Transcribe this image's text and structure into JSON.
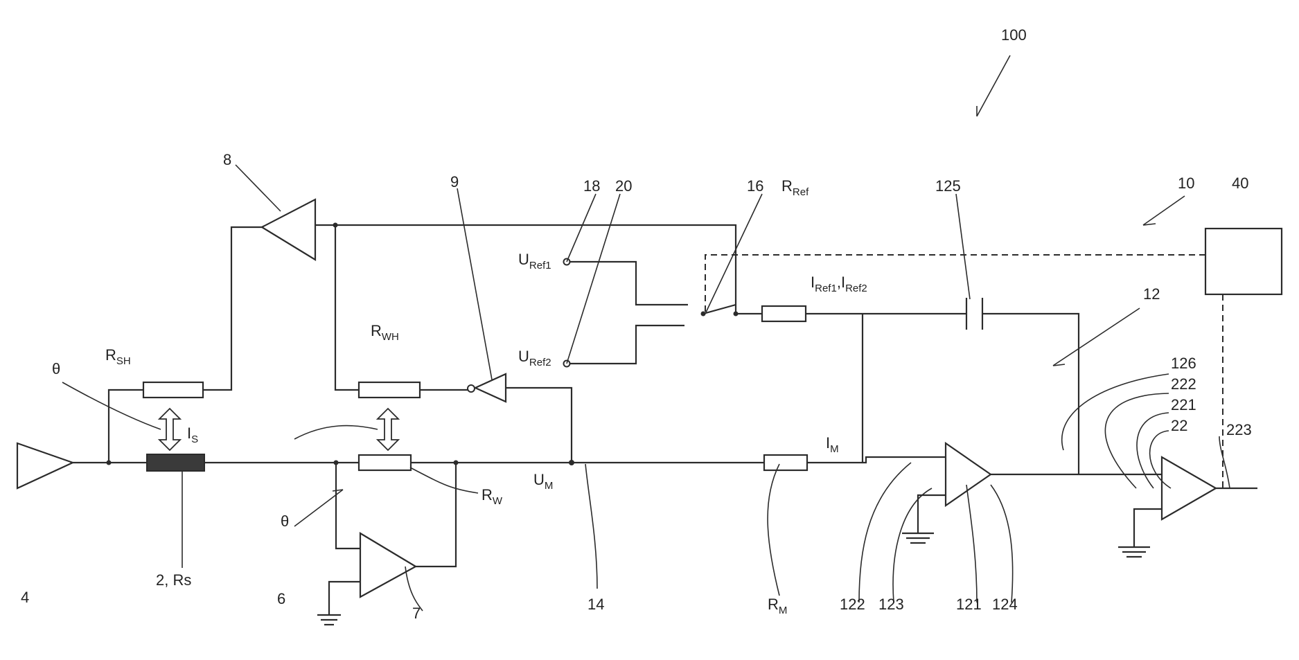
{
  "diagram": {
    "ref_numbers": {
      "n100": "100",
      "n10": "10",
      "n40": "40",
      "n12": "12",
      "n8": "8",
      "n9": "9",
      "n18": "18",
      "n20": "20",
      "n16": "16",
      "n125": "125",
      "n126": "126",
      "n222": "222",
      "n221": "221",
      "n22": "22",
      "n223": "223",
      "n4": "4",
      "n6": "6",
      "n7": "7",
      "n14": "14",
      "n122": "122",
      "n123": "123",
      "n121": "121",
      "n124": "124",
      "theta_left": "θ",
      "theta_mid": "θ",
      "sensor": "2, Rs"
    },
    "symbols": {
      "R_SH": {
        "main": "R",
        "sub": "SH"
      },
      "R_WH": {
        "main": "R",
        "sub": "WH"
      },
      "R_W": {
        "main": "R",
        "sub": "W"
      },
      "R_Ref": {
        "main": "R",
        "sub": "Ref"
      },
      "R_M": {
        "main": "R",
        "sub": "M"
      },
      "U_Ref1": {
        "main": "U",
        "sub": "Ref1"
      },
      "U_Ref2": {
        "main": "U",
        "sub": "Ref2"
      },
      "U_M": {
        "main": "U",
        "sub": "M"
      },
      "I_S": {
        "main": "I",
        "sub": "S"
      },
      "I_M": {
        "main": "I",
        "sub": "M"
      },
      "I_Ref": {
        "main1": "I",
        "sub1": "Ref1",
        "sep": ",",
        "main2": "I",
        "sub2": "Ref2"
      }
    }
  }
}
